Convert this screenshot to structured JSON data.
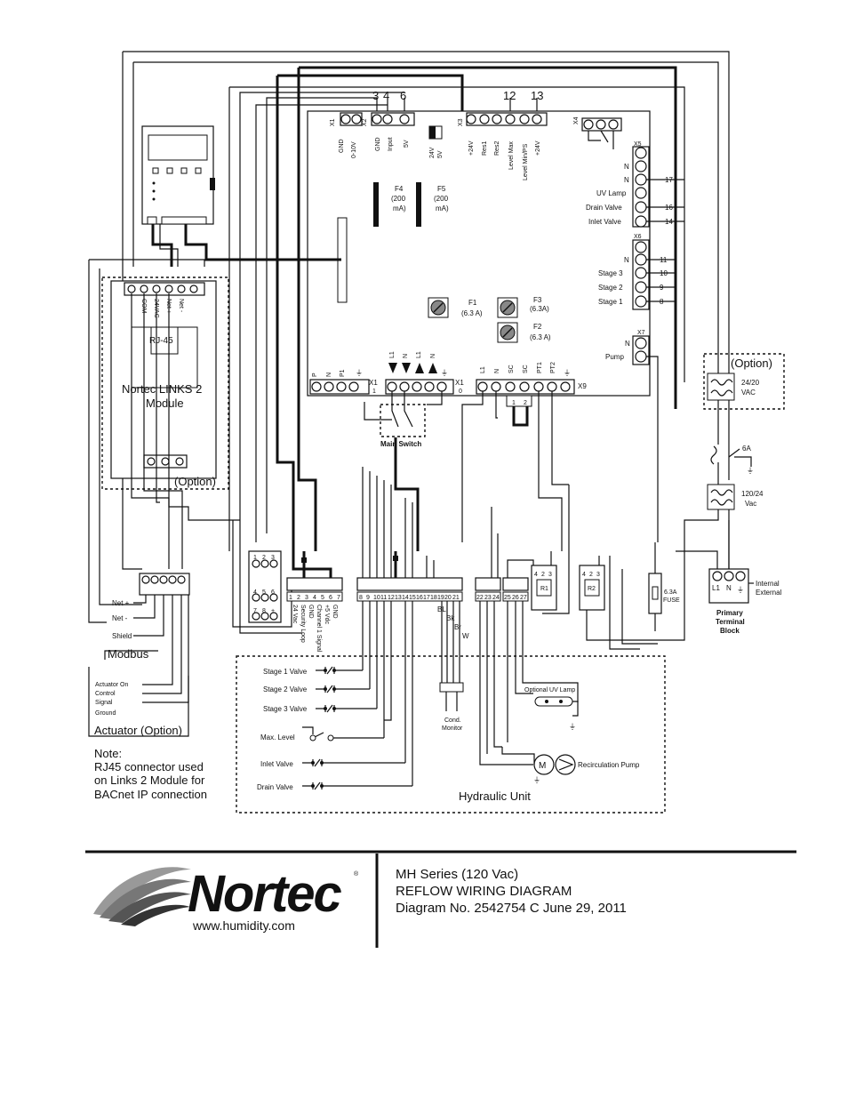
{
  "header_numbers": {
    "n3": "3",
    "n4": "4",
    "n6": "6",
    "n12": "12",
    "n13": "13"
  },
  "controller": {
    "x1_top": "X1",
    "x2": "X2",
    "x3": "X3",
    "x4": "X4",
    "x5": "X5",
    "x6": "X6",
    "x7": "X7",
    "x9": "X9",
    "x1_a": "X1",
    "x1_a_sub": "1",
    "x1_b": "X1",
    "x1_b_sub": "0",
    "x1_labels": [
      "GND",
      "0-10V"
    ],
    "x2_labels": [
      "GND",
      "Input",
      "5V"
    ],
    "jumper_labels": [
      "24V",
      "5V"
    ],
    "x3_labels": [
      "+24V",
      "Res1",
      "Res2",
      "Level Max",
      "Level Min/PS",
      "+24V"
    ],
    "x5_labels": [
      "N",
      "N",
      "UV Lamp",
      "Drain Valve",
      "Inlet Valve"
    ],
    "x5_numbers": [
      "17",
      "16",
      "14"
    ],
    "x6_labels": [
      "N",
      "Stage 3",
      "Stage 2",
      "Stage 1"
    ],
    "x6_numbers": [
      "11",
      "10",
      "9",
      "8"
    ],
    "x7_labels": [
      "N",
      "Pump"
    ],
    "fuses": {
      "f4": "F4",
      "f4_val": "(200",
      "f4_val2": "mA)",
      "f5": "F5",
      "f5_val": "(200",
      "f5_val2": "mA)",
      "f1": "F1",
      "f1_val": "(6.3 A)",
      "f3": "F3",
      "f3_val": "(6.3A)",
      "f2": "F2",
      "f2_val": "(6.3 A)"
    },
    "bottom_left_labels": [
      "P",
      "N",
      "P1"
    ],
    "bottom_mid_labels": [
      "L1",
      "N",
      "L1",
      "N"
    ],
    "bottom_right_labels": [
      "L1",
      "N",
      "SC",
      "SC",
      "PT1",
      "PT2"
    ],
    "sc_numbers": [
      "1",
      "2"
    ],
    "main_switch": "Main Switch"
  },
  "links_module": {
    "terminal_labels": [
      "COM",
      "24VAC",
      "Net +",
      "Net -"
    ],
    "rj45": "RJ-45",
    "title1": "Nortec LINKS 2",
    "title2": "Module",
    "option": "(Option)"
  },
  "option_transformer": {
    "label": "(Option)",
    "v1": "24/20",
    "v2": "VAC"
  },
  "fuse_6a": "6A",
  "transformer": {
    "v1": "120/24",
    "v2": "Vac"
  },
  "modbus": {
    "net_plus": "Net +",
    "net_minus": "Net -",
    "shield": "Shield",
    "title": "Modbus"
  },
  "actuator": {
    "lines": [
      "Actuator On",
      "Control",
      "Signal",
      "Ground"
    ],
    "title": "Actuator (Option)"
  },
  "relay_block": {
    "numbers": [
      "1",
      "2",
      "3",
      "4",
      "5",
      "6",
      "7",
      "8",
      "+"
    ]
  },
  "terminal_strip": {
    "block1": [
      "1",
      "2",
      "3",
      "4",
      "5",
      "6",
      "7"
    ],
    "block1_labels": [
      "24 Vac",
      "Security Loop",
      "GND",
      "Channel 1 Signal",
      "+5 Vdc",
      "GND"
    ],
    "block2": [
      "8",
      "9",
      "10",
      "11",
      "12",
      "13",
      "14",
      "15",
      "16",
      "17",
      "18",
      "19",
      "20",
      "21"
    ],
    "block3": [
      "22",
      "23",
      "24"
    ],
    "block4": [
      "25",
      "26",
      "27"
    ],
    "wire_colors": [
      "BL",
      "Bk",
      "Br",
      "W"
    ],
    "r1": "R1",
    "r2": "R2",
    "relay_nums": [
      "4",
      "2",
      "3"
    ]
  },
  "fuse_63a": {
    "l1": "6.3A",
    "l2": "FUSE"
  },
  "primary_block": {
    "terms": [
      "L1",
      "N"
    ],
    "title1": "Primary",
    "title2": "Terminal",
    "title3": "Block",
    "internal": "Internal",
    "external": "External"
  },
  "hydraulic": {
    "valves": [
      "Stage 1 Valve",
      "Stage 2 Valve",
      "Stage 3 Valve",
      "Max. Level",
      "Inlet Valve",
      "Drain Valve"
    ],
    "cond1": "Cond.",
    "cond2": "Monitor",
    "uv_lamp": "Optional UV Lamp",
    "motor": "M",
    "pump": "Recirculation Pump",
    "title": "Hydraulic Unit"
  },
  "note": {
    "title": "Note:",
    "lines": [
      "RJ45 connector used",
      "on Links 2 Module for",
      "BACnet IP connection"
    ]
  },
  "footer": {
    "logo": "Nortec",
    "reg": "®",
    "url": "www.humidity.com",
    "line1": "MH Series (120 Vac)",
    "line2": "REFLOW  WIRING DIAGRAM",
    "line3": "Diagram No. 2542754 C      June 29, 2011"
  }
}
